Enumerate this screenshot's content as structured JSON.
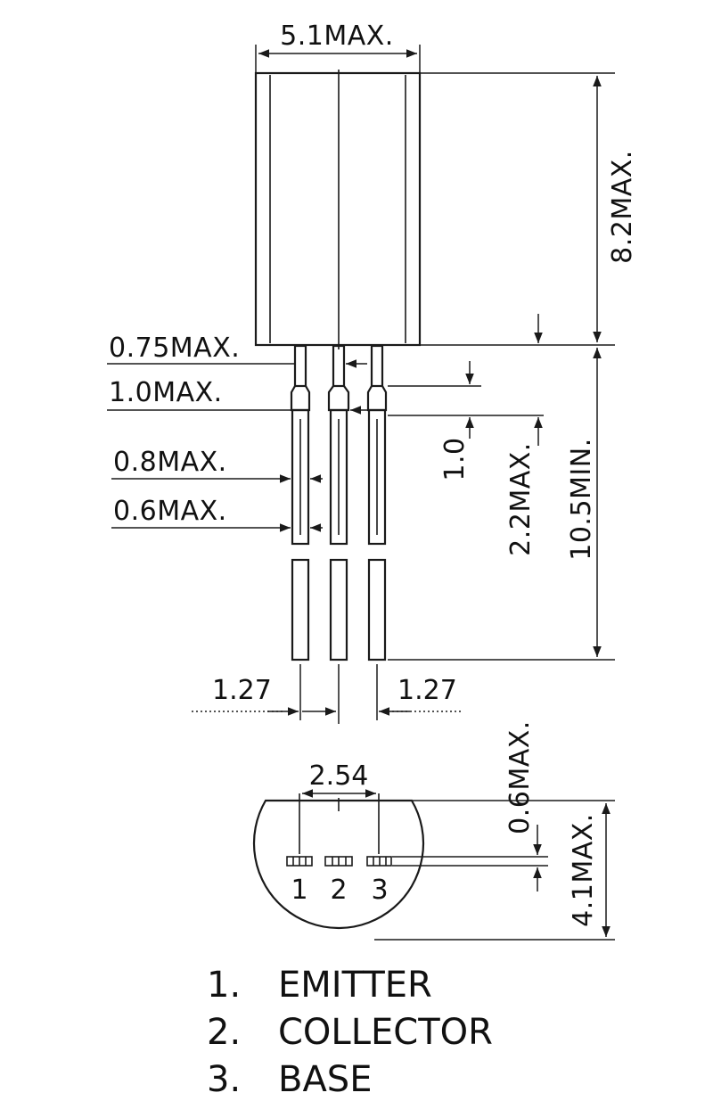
{
  "dimensions": {
    "body_width": "5.1MAX.",
    "body_height": "8.2MAX.",
    "lead_top_width": "0.75MAX.",
    "lead_shoulder_width": "1.0MAX.",
    "lead_width": "0.8MAX.",
    "lead_thickness": "0.6MAX.",
    "shoulder_length": "1.0",
    "shoulder_region": "2.2MAX.",
    "lead_length": "10.5MIN.",
    "pitch_left": "1.27",
    "pitch_right": "1.27",
    "bottom_pitch": "2.54",
    "bottom_lead_thickness": "0.6MAX.",
    "bottom_depth": "4.1MAX."
  },
  "pin_numbers": [
    "1",
    "2",
    "3"
  ],
  "legend": [
    {
      "num": "1.",
      "name": "EMITTER"
    },
    {
      "num": "2.",
      "name": "COLLECTOR"
    },
    {
      "num": "3.",
      "name": "BASE"
    }
  ]
}
